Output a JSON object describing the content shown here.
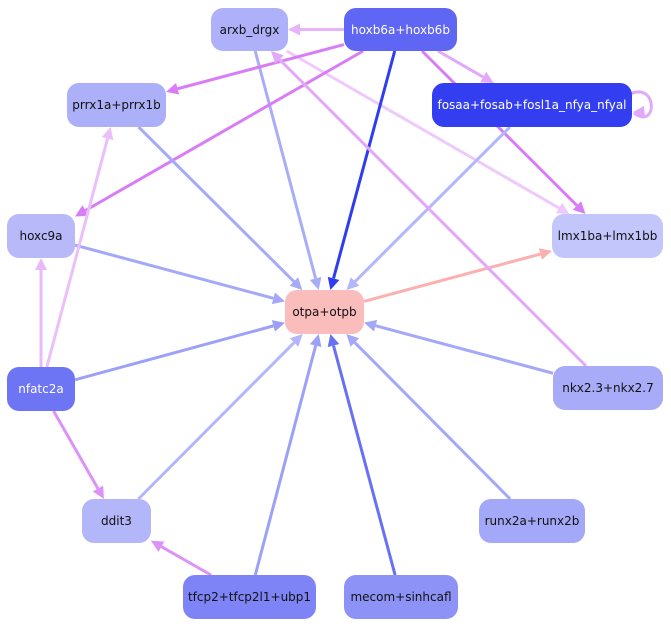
{
  "nodes": {
    "arxb": {
      "label": "arxb_drgx",
      "color": "#aeb1f9"
    },
    "hoxb6": {
      "label": "hoxb6a+hoxb6b",
      "color": "#5f66f4"
    },
    "prrx1": {
      "label": "prrx1a+prrx1b",
      "color": "#acb0f8"
    },
    "fosaa": {
      "label": "fosaa+fosab+fosl1a_nfya_nfyal",
      "color": "#333ef0"
    },
    "hoxc9": {
      "label": "hoxc9a",
      "color": "#b7b9f9"
    },
    "lmx1b": {
      "label": "lmx1ba+lmx1bb",
      "color": "#c3c6fb"
    },
    "otpa": {
      "label": "otpa+otpb",
      "color": "#fbbcbc"
    },
    "nfatc2a": {
      "label": "nfatc2a",
      "color": "#6e75f5"
    },
    "nkx2": {
      "label": "nkx2.3+nkx2.7",
      "color": "#a8acf8"
    },
    "ddit3": {
      "label": "ddit3",
      "color": "#b3b6f9"
    },
    "runx2": {
      "label": "runx2a+runx2b",
      "color": "#a4a8f8"
    },
    "tfcp2": {
      "label": "tfcp2+tfcp2l1+ubp1",
      "color": "#7e84f6"
    },
    "mecom": {
      "label": "mecom+sinhcafl",
      "color": "#8d92f6"
    }
  },
  "edges": [
    {
      "from": "arxb",
      "to": "otpa",
      "color": "#a9adf8"
    },
    {
      "from": "arxb",
      "to": "lmx1b",
      "color": "#efc9fc"
    },
    {
      "from": "hoxb6",
      "to": "arxb",
      "color": "#e6b4fa"
    },
    {
      "from": "hoxb6",
      "to": "prrx1",
      "color": "#d97df7"
    },
    {
      "from": "hoxb6",
      "to": "hoxc9",
      "color": "#d97df7"
    },
    {
      "from": "hoxb6",
      "to": "otpa",
      "color": "#2f3df0"
    },
    {
      "from": "hoxb6",
      "to": "fosaa",
      "color": "#e2a8f9"
    },
    {
      "from": "hoxb6",
      "to": "lmx1b",
      "color": "#d97df7"
    },
    {
      "from": "fosaa",
      "to": "fosaa",
      "color": "#e2a8f9"
    },
    {
      "from": "fosaa",
      "to": "otpa",
      "color": "#b3b6f9"
    },
    {
      "from": "prrx1",
      "to": "otpa",
      "color": "#a6aaf8"
    },
    {
      "from": "hoxc9",
      "to": "otpa",
      "color": "#a4a8f8"
    },
    {
      "from": "otpa",
      "to": "lmx1b",
      "color": "#fbb1b1"
    },
    {
      "from": "nfatc2a",
      "to": "otpa",
      "color": "#9ca1f7"
    },
    {
      "from": "nfatc2a",
      "to": "hoxc9",
      "color": "#e8baf9"
    },
    {
      "from": "nfatc2a",
      "to": "prrx1",
      "color": "#ebbff9"
    },
    {
      "from": "nfatc2a",
      "to": "ddit3",
      "color": "#dc92f8"
    },
    {
      "from": "nkx2",
      "to": "otpa",
      "color": "#a4a8f8"
    },
    {
      "from": "nkx2",
      "to": "arxb",
      "color": "#e2a8f9"
    },
    {
      "from": "ddit3",
      "to": "otpa",
      "color": "#b3b6f9"
    },
    {
      "from": "runx2",
      "to": "otpa",
      "color": "#a4a8f8"
    },
    {
      "from": "tfcp2",
      "to": "otpa",
      "color": "#9ca1f7"
    },
    {
      "from": "tfcp2",
      "to": "ddit3",
      "color": "#dc92f8"
    },
    {
      "from": "mecom",
      "to": "otpa",
      "color": "#6870f4"
    }
  ]
}
